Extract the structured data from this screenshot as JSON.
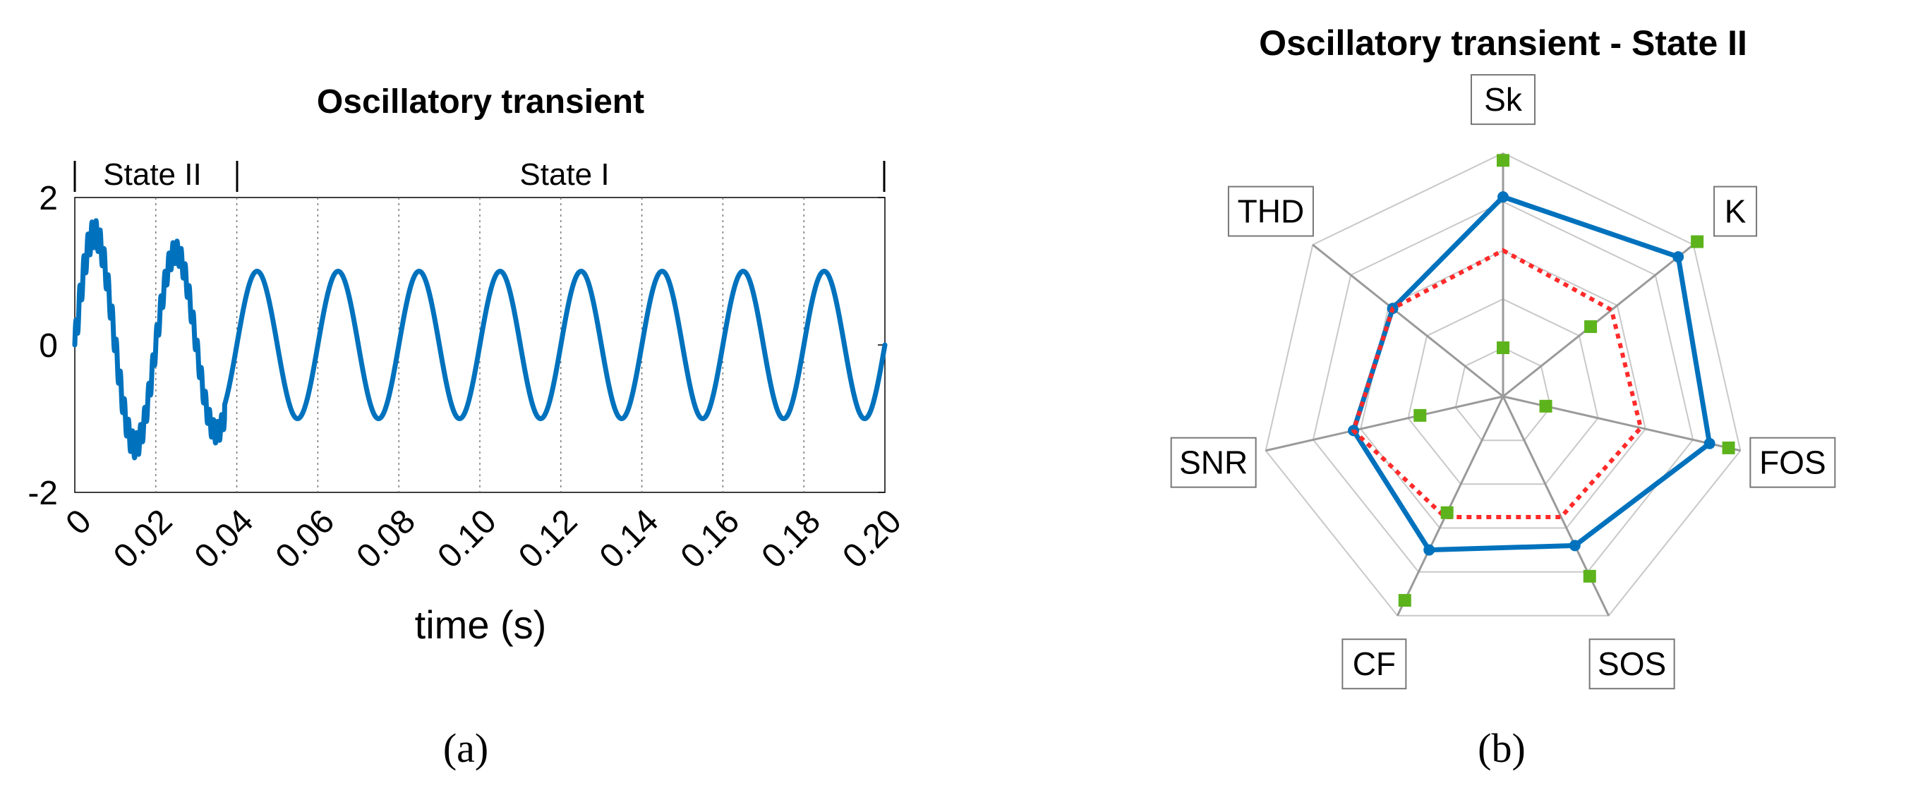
{
  "panels": {
    "a_label": "(a)",
    "b_label": "(b)"
  },
  "colors": {
    "signal_blue": "#0072BD",
    "threshold_red": "#FF2A2A",
    "marker_green": "#5DB31C",
    "grid_gray": "#C8C8C8",
    "axis_gray": "#9A9A9A"
  },
  "chart_data": [
    {
      "type": "line",
      "title": "Oscillatory transient",
      "xlabel": "time (s)",
      "ylabel": "",
      "xlim": [
        0,
        0.2
      ],
      "ylim": [
        -2,
        2
      ],
      "xticks": [
        "0",
        "0.02",
        "0.04",
        "0.06",
        "0.08",
        "0.10",
        "0.12",
        "0.14",
        "0.16",
        "0.18",
        "0.20"
      ],
      "xtick_values": [
        0,
        0.02,
        0.04,
        0.06,
        0.08,
        0.1,
        0.12,
        0.14,
        0.16,
        0.18,
        0.2
      ],
      "yticks": [
        "-2",
        "0",
        "2"
      ],
      "ytick_values": [
        -2,
        0,
        2
      ],
      "grid": "vertical dotted",
      "state_bar": [
        {
          "label": "State II",
          "start": 0,
          "end": 0.04
        },
        {
          "label": "State I",
          "start": 0.04,
          "end": 0.2
        }
      ],
      "series": [
        {
          "color": "#0072BD",
          "signal": {
            "fundamental_hz": 50,
            "amplitude": 1.0,
            "transient_end_s": 0.037,
            "transient_extra_peak": 0.6,
            "oscillation_hz": 1000,
            "oscillation_amplitude": 0.2
          }
        }
      ]
    },
    {
      "type": "radar",
      "title": "Oscillatory transient - State II",
      "axes": [
        "Sk",
        "K",
        "FOS",
        "SOS",
        "CF",
        "SNR",
        "THD"
      ],
      "rlim": [
        0,
        1
      ],
      "rings": 5,
      "series": [
        {
          "values": [
            0.82,
            0.92,
            0.87,
            0.68,
            0.7,
            0.63,
            0.58
          ],
          "color": "#0072BD",
          "style": "solid",
          "marker": "circle"
        },
        {
          "values": [
            0.6,
            0.57,
            0.58,
            0.55,
            0.55,
            0.63,
            0.58
          ],
          "color": "#FF2A2A",
          "style": "dotted",
          "marker": "none"
        }
      ],
      "green_markers": [
        {
          "axis": "Sk",
          "values": [
            0.2,
            0.97
          ]
        },
        {
          "axis": "K",
          "values": [
            0.46,
            1.02
          ]
        },
        {
          "axis": "FOS",
          "values": [
            0.18,
            0.95
          ]
        },
        {
          "axis": "SOS",
          "values": [
            0.82
          ]
        },
        {
          "axis": "CF",
          "values": [
            0.53,
            0.93
          ]
        },
        {
          "axis": "SNR",
          "values": [
            0.35
          ]
        },
        {
          "axis": "THD",
          "values": []
        }
      ]
    }
  ]
}
